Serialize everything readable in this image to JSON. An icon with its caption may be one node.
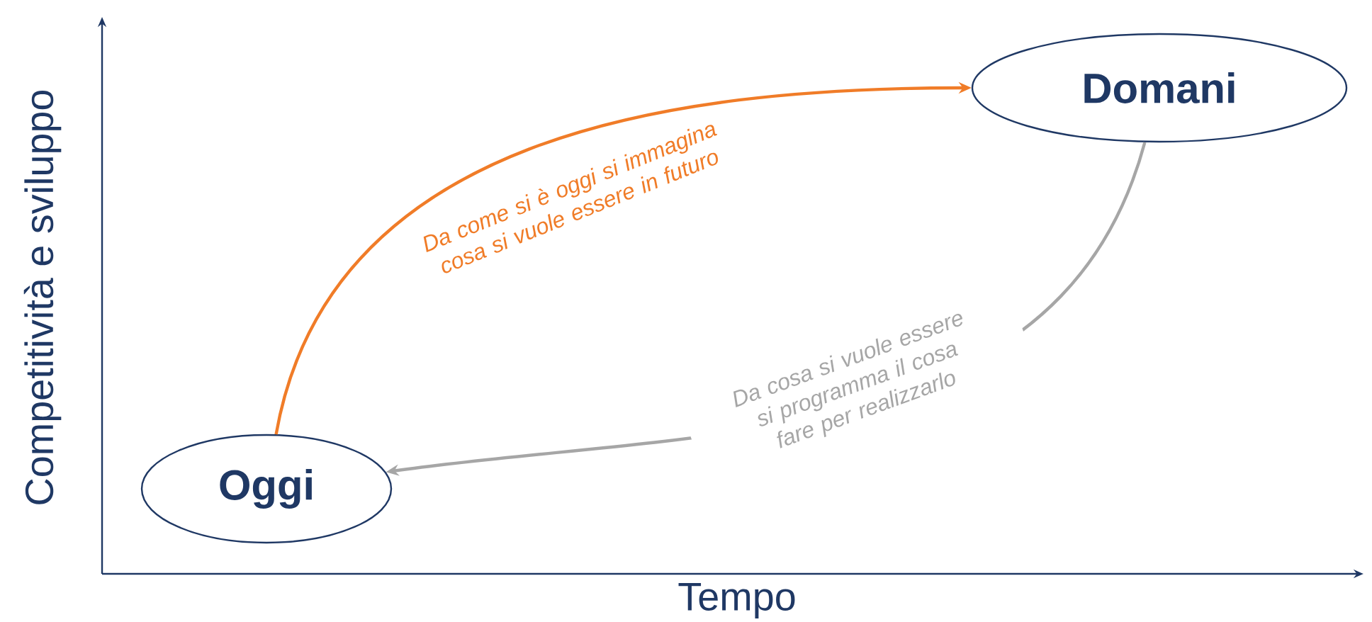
{
  "diagram": {
    "nodes": [
      {
        "text": [
          "Oggi"
        ]
      },
      {
        "text": [
          "Domani"
        ]
      }
    ],
    "edges": [
      {
        "from": 0,
        "to": 1,
        "arrow": "to",
        "color": "#f07c28",
        "label": "Da come si è oggi si immagina cosa si vuole essere in futuro"
      },
      {
        "from": 1,
        "to": 0,
        "arrow": "to",
        "color": "#a6a6a6",
        "label": "Da cosa si vuole essere si programma il cosa fare per realizzarlo"
      }
    ],
    "labels": [
      "Competitività e sviluppo",
      "Tempo"
    ]
  }
}
